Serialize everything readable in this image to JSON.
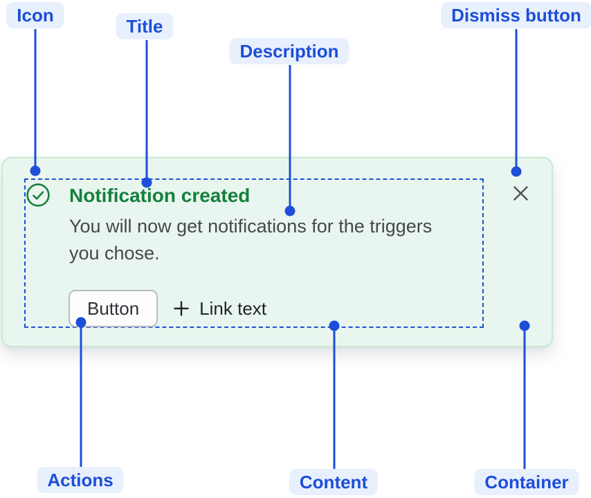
{
  "labels": {
    "icon": "Icon",
    "title": "Title",
    "description": "Description",
    "dismiss": "Dismiss button",
    "actions": "Actions",
    "content": "Content",
    "container": "Container"
  },
  "notification": {
    "title": "Notification created",
    "description_lines": [
      "You will now get notifications for the triggers",
      "you chose."
    ],
    "button_label": "Button",
    "link_label": "Link text",
    "icons": {
      "status": "check-circle-icon",
      "link_prefix": "plus-icon",
      "dismiss": "close-icon"
    }
  },
  "colors": {
    "accent": "#1d4ed8",
    "pill_bg": "#e8f0fd",
    "card_bg": "#e9f6ef",
    "card_border": "#c7e8d2",
    "success": "#15803d",
    "text_secondary": "#44484e",
    "text_primary": "#1f2228",
    "button_border": "#b9bbc0",
    "dismiss_color": "#4e5258"
  }
}
